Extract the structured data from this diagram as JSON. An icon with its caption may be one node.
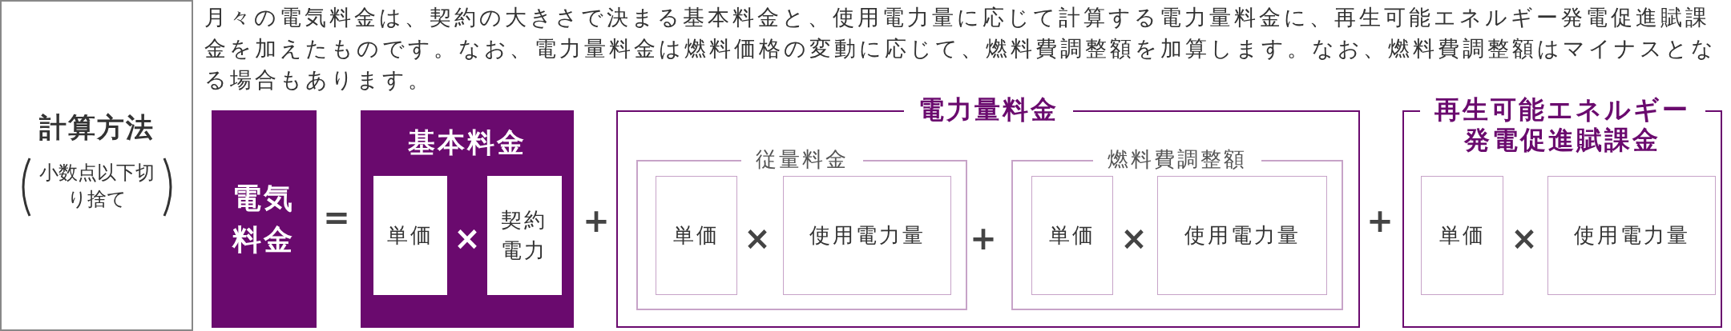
{
  "diagram": {
    "nodes": [
      {
        "text": [
          "計算方法",
          "小数点以下切り捨て"
        ]
      },
      {
        "text": [
          "電気料金"
        ]
      },
      {
        "text": [
          "基本料金"
        ]
      },
      {
        "text": [
          "単価"
        ],
        "in": 2
      },
      {
        "text": [
          "契約電力"
        ],
        "in": 2
      },
      {
        "text": [
          "電力量料金"
        ]
      },
      {
        "text": [
          "従量料金"
        ],
        "in": 5
      },
      {
        "text": [
          "単価"
        ],
        "in": 6
      },
      {
        "text": [
          "使用電力量"
        ],
        "in": 6
      },
      {
        "text": [
          "燃料費調整額"
        ],
        "in": 5
      },
      {
        "text": [
          "単価"
        ],
        "in": 9
      },
      {
        "text": [
          "使用電力量"
        ],
        "in": 9
      },
      {
        "text": [
          "再生可能エネルギー発電促進賦課金"
        ]
      },
      {
        "text": [
          "単価"
        ],
        "in": 12
      },
      {
        "text": [
          "使用電力量"
        ],
        "in": 12
      }
    ],
    "labels": [
      "月々の電気料金は、契約の大きさで決まる基本料金と、使用電力量に応じて計算する電力量料金に、再生可能エネルギー発電促進賦課金を加えたものです。なお、電力量料金は燃料価格の変動に応じて、燃料費調整額を加算します。なお、燃料費調整額はマイナスとなる場合もあります。",
      "=",
      "×",
      "+",
      "×",
      "+",
      "×",
      "+",
      "×"
    ]
  }
}
